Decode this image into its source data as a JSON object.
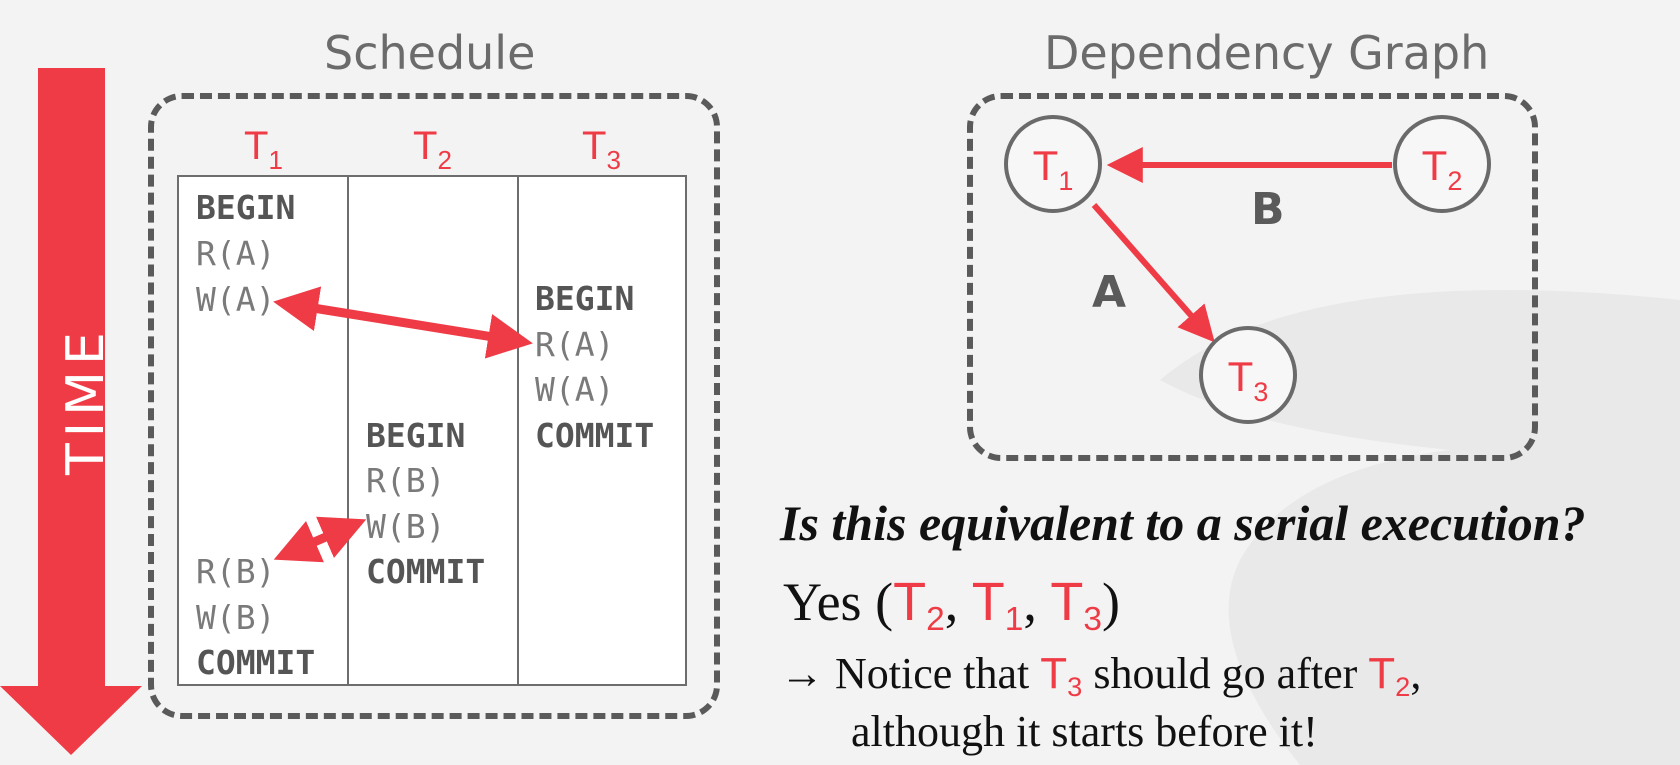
{
  "time_arrow": {
    "label": "TIME",
    "color": "#ef3b45"
  },
  "schedule": {
    "title": "Schedule",
    "columns": [
      {
        "name": "T",
        "sub": "1"
      },
      {
        "name": "T",
        "sub": "2"
      },
      {
        "name": "T",
        "sub": "3"
      }
    ],
    "t1_ops": [
      "BEGIN",
      "R(A)",
      "W(A)",
      "R(B)",
      "W(B)",
      "COMMIT"
    ],
    "t2_ops": [
      "BEGIN",
      "R(B)",
      "W(B)",
      "COMMIT"
    ],
    "t3_ops": [
      "BEGIN",
      "R(A)",
      "W(A)",
      "COMMIT"
    ]
  },
  "graph": {
    "title": "Dependency Graph",
    "nodes": [
      {
        "name": "T",
        "sub": "1"
      },
      {
        "name": "T",
        "sub": "2"
      },
      {
        "name": "T",
        "sub": "3"
      }
    ],
    "edges": [
      {
        "from": "T2",
        "to": "T1",
        "label": "B"
      },
      {
        "from": "T1",
        "to": "T3",
        "label": "A"
      }
    ]
  },
  "question": "Is this equivalent to a serial execution?",
  "answer": {
    "prefix": "Yes (",
    "order": [
      {
        "name": "T",
        "sub": "2"
      },
      {
        "name": "T",
        "sub": "1"
      },
      {
        "name": "T",
        "sub": "3"
      }
    ],
    "separator": ", ",
    "suffix": ")"
  },
  "note": {
    "arrow": "→",
    "text1": " Notice that ",
    "t_a": {
      "name": "T",
      "sub": "3"
    },
    "text2": " should go after ",
    "t_b": {
      "name": "T",
      "sub": "2"
    },
    "text3": ",",
    "line2": "although it starts before it!"
  },
  "colors": {
    "accent": "#ef3b45",
    "gray": "#5a5a5a",
    "background": "#f3f3f3"
  }
}
